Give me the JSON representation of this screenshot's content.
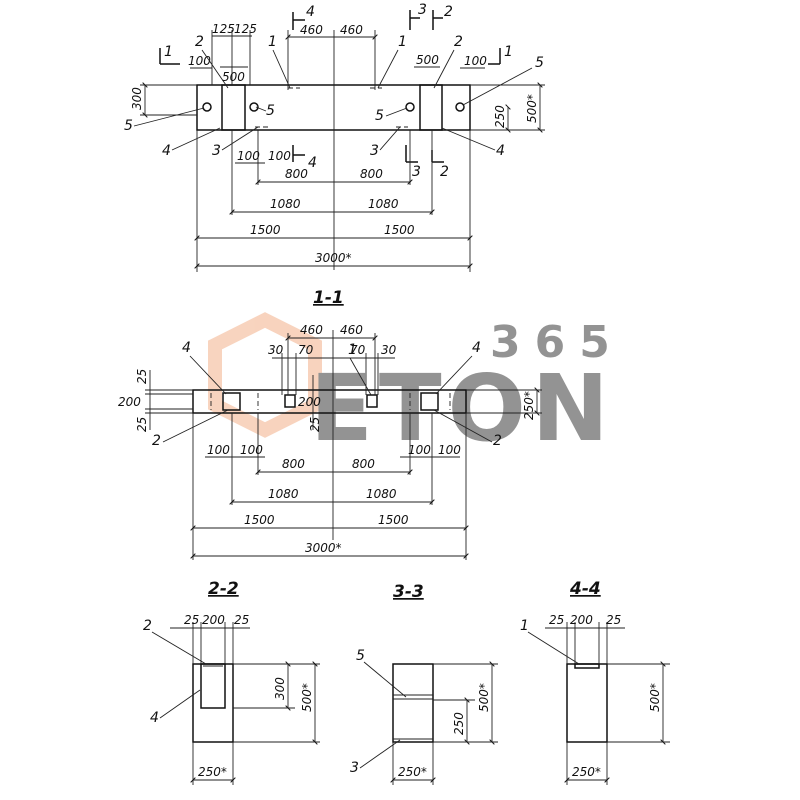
{
  "watermark": {
    "number": "365",
    "brand": "ETON",
    "color": "#f0a070"
  },
  "plan": {
    "section_marks": [
      "1",
      "1",
      "4",
      "3",
      "2",
      "4",
      "3",
      "2"
    ],
    "dims_top": [
      "125",
      "125",
      "460",
      "460",
      "500",
      "100",
      "100",
      "500"
    ],
    "dims_side": [
      "300",
      "500*",
      "250"
    ],
    "dims_bottom": [
      "100",
      "100",
      "800",
      "800",
      "1080",
      "1080",
      "1500",
      "1500",
      "3000*"
    ],
    "callouts": [
      "1",
      "1",
      "2",
      "2",
      "3",
      "3",
      "4",
      "4",
      "5",
      "5",
      "5",
      "5"
    ]
  },
  "section_1_1": {
    "title": "1-1",
    "dims_top": [
      "460",
      "460",
      "30",
      "70",
      "70",
      "30"
    ],
    "dims_side": [
      "25",
      "200",
      "25",
      "250*"
    ],
    "dims_inner": [
      "200",
      "25"
    ],
    "dims_bottom": [
      "100",
      "100",
      "800",
      "800",
      "100",
      "100",
      "1080",
      "1080",
      "1500",
      "1500",
      "3000*"
    ],
    "callouts": [
      "4",
      "4",
      "1",
      "2",
      "2"
    ]
  },
  "section_2_2": {
    "title": "2-2",
    "dims_top": [
      "25",
      "200",
      "25"
    ],
    "dims_side": [
      "300",
      "500*"
    ],
    "dims_bottom": [
      "250*"
    ],
    "callouts": [
      "2",
      "4"
    ]
  },
  "section_3_3": {
    "title": "3-3",
    "dims_side": [
      "250",
      "500*"
    ],
    "dims_bottom": [
      "250*"
    ],
    "callouts": [
      "5",
      "3"
    ]
  },
  "section_4_4": {
    "title": "4-4",
    "dims_top": [
      "25",
      "200",
      "25"
    ],
    "dims_side": [
      "500*"
    ],
    "dims_bottom": [
      "250*"
    ],
    "callouts": [
      "1"
    ]
  }
}
